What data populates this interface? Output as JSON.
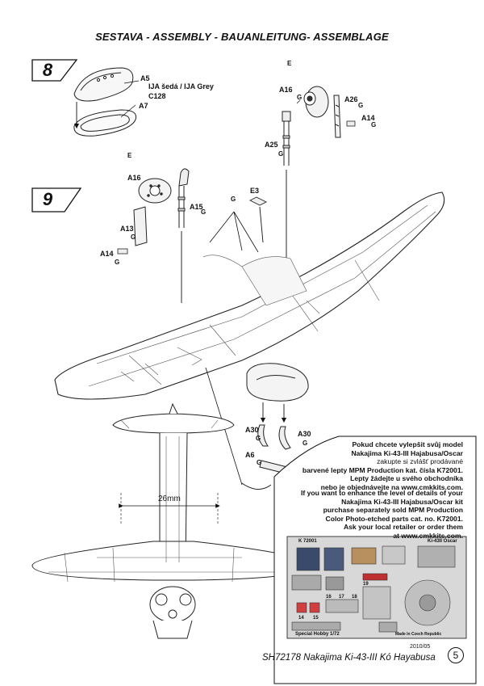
{
  "header": {
    "title": "SESTAVA -  ASSEMBLY - BAUANLEITUNG- ASSEMBLAGE"
  },
  "steps": {
    "step8": "8",
    "step9": "9"
  },
  "parts": {
    "a5": "A5",
    "a7": "A7",
    "a16_top": "A16",
    "a26": "A26",
    "a14_top": "A14",
    "a25": "A25",
    "e3": "E3",
    "a16_mid": "A16",
    "a15": "A15",
    "a13": "A13",
    "a14_mid": "A14",
    "a30_left": "A30",
    "a30_right": "A30",
    "a6": "A6"
  },
  "paint": {
    "color_name": "IJA šedá / IJA Grey",
    "code": "C128"
  },
  "paint_refs": {
    "g": "G",
    "e": "E"
  },
  "dimension": {
    "label": "26mm"
  },
  "note_cz": [
    "Pokud chcete vylepšit svůj model",
    "Nakajima Ki-43-III Hajabusa/Oscar",
    "zakupte si zvlášť prodávané",
    "barvené lepty MPM Production kat. čísla K72001.",
    "Lepty žádejte u svého obchodníka",
    "nebo je objednávejte na www.cmkkits.com."
  ],
  "note_en": [
    "If you want to enhance the level of details of your",
    "Nakajima Ki-43-III Hajabusa/Oscar kit",
    "purchase separately sold MPM Production",
    "Color Photo-etched parts cat. no. K72001.",
    "Ask your local retailer or order them",
    "at www.cmkkits.com."
  ],
  "photoetch": {
    "catalog": "K 72001",
    "aircraft": "Ki-43II Oscar",
    "brand": "Special Hobby 1/72",
    "made_in": "Made in Czech Republic",
    "numbers": [
      "14",
      "15",
      "16",
      "17",
      "18",
      "19"
    ]
  },
  "footer": {
    "date": "2010/05",
    "title": "SH72178 Nakajima Ki-43-III Kó Hayabusa",
    "page": "5"
  },
  "colors": {
    "ink": "#111111",
    "line": "#333333",
    "panel": "#e8e8e8"
  }
}
